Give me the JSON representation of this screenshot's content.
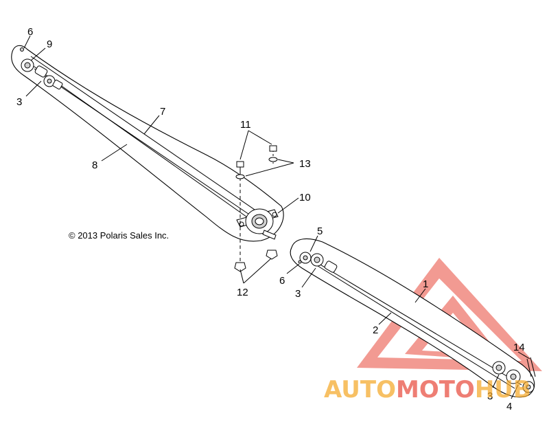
{
  "callouts": {
    "c1": "1",
    "c2": "2",
    "c3a": "3",
    "c3b": "3",
    "c3c": "3",
    "c4": "4",
    "c5": "5",
    "c6a": "6",
    "c6b": "6",
    "c7": "7",
    "c8": "8",
    "c9": "9",
    "c10": "10",
    "c11": "11",
    "c12": "12",
    "c13": "13",
    "c14": "14"
  },
  "copyright": "© 2013 Polaris Sales Inc.",
  "watermark": {
    "part1": "AUTO",
    "part2": "MOTO",
    "part3": "HUB",
    "color_orange": "#f5a623",
    "color_red": "#e8483a"
  }
}
